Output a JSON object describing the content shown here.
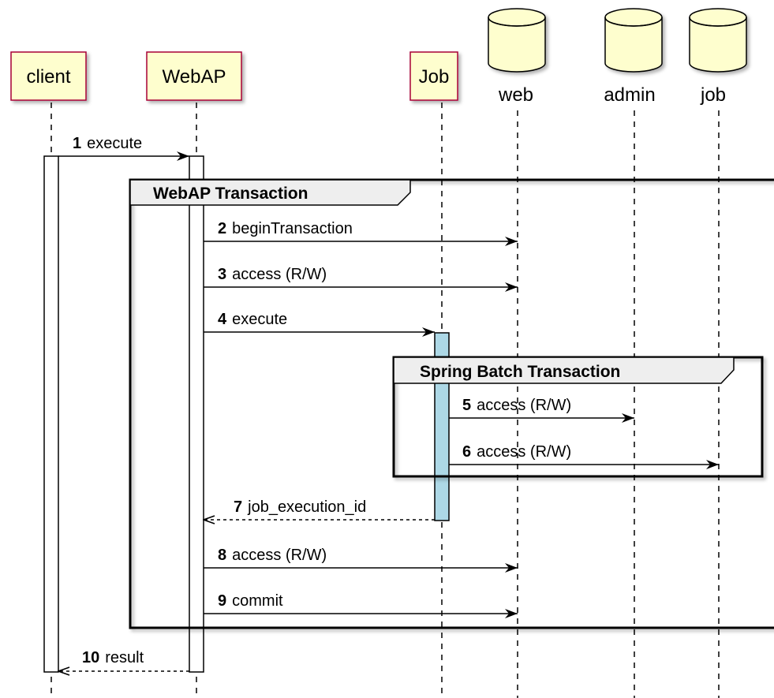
{
  "participants": {
    "client": {
      "label": "client"
    },
    "webap": {
      "label": "WebAP"
    },
    "job": {
      "label": "Job"
    }
  },
  "databases": {
    "web": {
      "label": "web"
    },
    "admin": {
      "label": "admin"
    },
    "jobdb": {
      "label": "job"
    }
  },
  "frames": {
    "webap_tx": {
      "title": "WebAP Transaction"
    },
    "batch_tx": {
      "title": "Spring Batch Transaction"
    }
  },
  "messages": [
    {
      "num": "1",
      "text": "execute"
    },
    {
      "num": "2",
      "text": "beginTransaction"
    },
    {
      "num": "3",
      "text": "access (R/W)"
    },
    {
      "num": "4",
      "text": "execute"
    },
    {
      "num": "5",
      "text": "access (R/W)"
    },
    {
      "num": "6",
      "text": "access (R/W)"
    },
    {
      "num": "7",
      "text": "job_execution_id"
    },
    {
      "num": "8",
      "text": "access (R/W)"
    },
    {
      "num": "9",
      "text": "commit"
    },
    {
      "num": "10",
      "text": "result"
    }
  ],
  "colors": {
    "participant_fill": "#FEFECE",
    "participant_border": "#A80036",
    "activation_job": "#ADD8E6",
    "frame_title_fill": "#EEEEEE"
  }
}
